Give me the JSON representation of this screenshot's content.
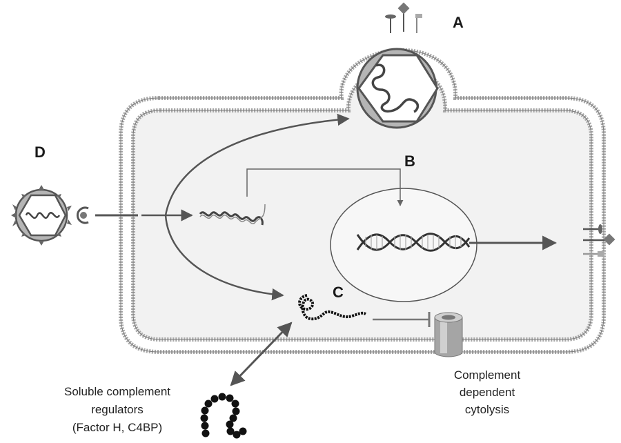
{
  "labels": {
    "a": "A",
    "b": "B",
    "c": "C",
    "d": "D"
  },
  "annotations": {
    "soluble": [
      "Soluble complement",
      "regulators",
      "(Factor H, C4BP)"
    ],
    "cytolysis": [
      "Complement",
      "dependent",
      "cytolysis"
    ]
  },
  "colors": {
    "membrane": "#9a9a9a",
    "cytoplasm": "#f2f2f2",
    "arrow": "#555555",
    "virus_capsid": "#b5b5b5",
    "pore": "#a0a0a0"
  }
}
